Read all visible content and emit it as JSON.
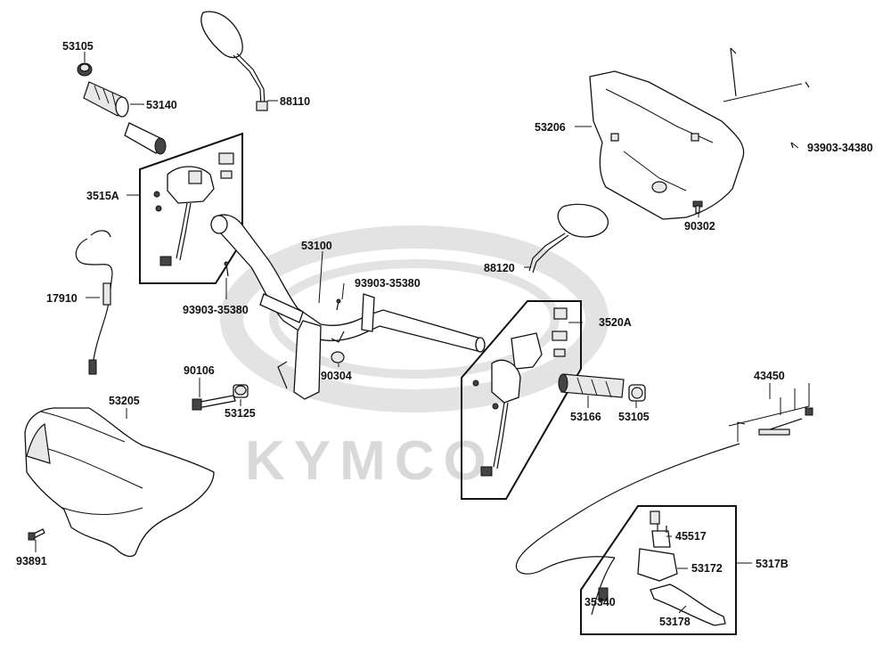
{
  "watermark": {
    "brand": "KYMCO"
  },
  "part_labels": {
    "p53105a": "53105",
    "p53140": "53140",
    "p88110": "88110",
    "p3515A": "3515A",
    "p17910": "17910",
    "p53100": "53100",
    "p93903_35380a": "93903-35380",
    "p93903_35380b": "93903-35380",
    "p90304": "90304",
    "p90106": "90106",
    "p53125": "53125",
    "p53205": "53205",
    "p93891": "93891",
    "p53206": "53206",
    "p93903_34380": "93903-34380",
    "p90302": "90302",
    "p88120": "88120",
    "p3520A": "3520A",
    "p53166": "53166",
    "p53105b": "53105",
    "p43450": "43450",
    "p45517": "45517",
    "p53172": "53172",
    "p5317B": "5317B",
    "p35340": "35340",
    "p53178": "53178"
  }
}
